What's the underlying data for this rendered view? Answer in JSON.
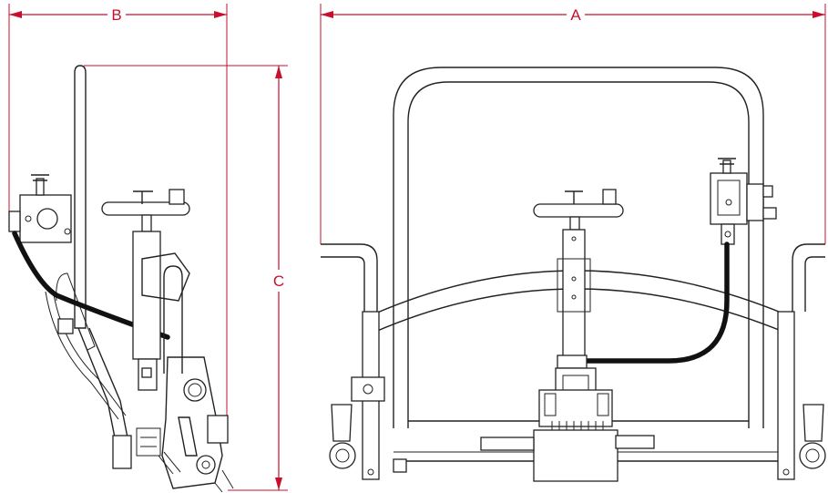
{
  "dimensions": {
    "a": {
      "label": "A"
    },
    "b": {
      "label": "B"
    },
    "c": {
      "label": "C"
    }
  },
  "colors": {
    "dimension": "#c8102e",
    "line": "#222222",
    "background": "#ffffff"
  }
}
